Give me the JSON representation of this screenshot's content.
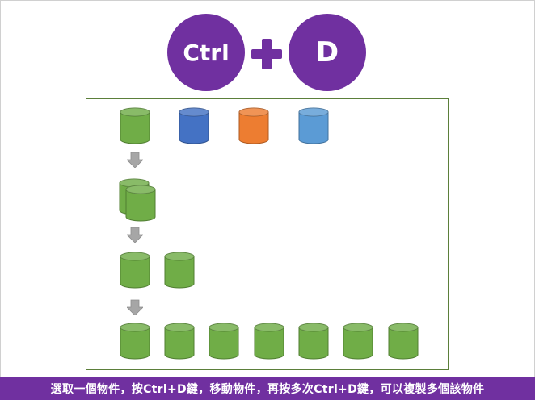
{
  "keys": {
    "ctrl": "Ctrl",
    "plus": "+",
    "d": "D"
  },
  "colors": {
    "accent": "#7030a0",
    "green": "#70ad47",
    "green_dark": "#507e32",
    "blue": "#4472c4",
    "blue_dark": "#2f528f",
    "orange": "#ed7d31",
    "orange_dark": "#ae5a21",
    "light_blue": "#5b9bd5",
    "light_blue_dark": "#41719c",
    "arrow": "#a6a6a6"
  },
  "icons": {
    "cylinder": "cylinder-icon",
    "arrow": "arrow-down-icon"
  },
  "banner": {
    "text": "選取一個物件，按Ctrl+D鍵，移動物件，再按多次Ctrl+D鍵，可以複製多個該物件"
  }
}
